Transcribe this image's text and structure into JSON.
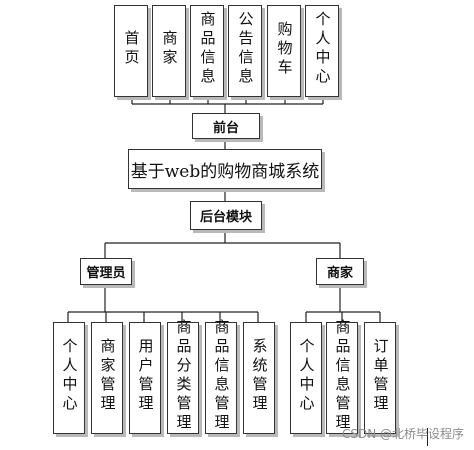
{
  "top_items": [
    "首页",
    "商家",
    "商品信息",
    "公告信息",
    "购物车",
    "个人中心"
  ],
  "frontend_label": "前台",
  "system_title": "基于web的购物商城系统",
  "backend_label": "后台模块",
  "admin": {
    "label": "管理员",
    "items": [
      "个人中心",
      "商家管理",
      "用户管理",
      "商品分类管理",
      "商品信息管理",
      "系统管理"
    ]
  },
  "merchant": {
    "label": "商家",
    "items": [
      "个人中心",
      "商品信息管理",
      "订单管理"
    ]
  },
  "watermark": "CSDN @北桥毕设程序"
}
